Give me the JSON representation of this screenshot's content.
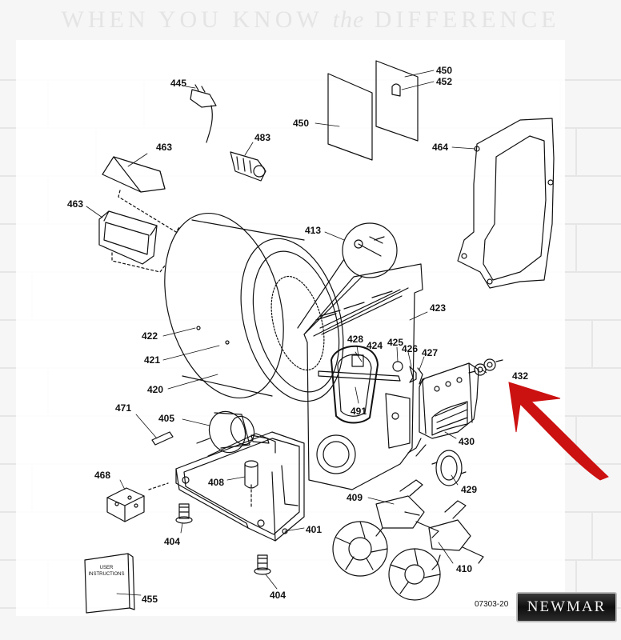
{
  "banner": {
    "part1": "WHEN YOU KNOW",
    "part2": "the",
    "part3": "DIFFERENCE"
  },
  "labels": {
    "p445": "445",
    "p450a": "450",
    "p452": "452",
    "p450b": "450",
    "p483": "483",
    "p463a": "463",
    "p464": "464",
    "p463b": "463",
    "p413": "413",
    "p423": "423",
    "p422": "422",
    "p428": "428",
    "p424": "424",
    "p425": "425",
    "p426": "426",
    "p427": "427",
    "p421": "421",
    "p432": "432",
    "p420": "420",
    "p491": "491",
    "p471": "471",
    "p405": "405",
    "p430": "430",
    "p468": "468",
    "p408": "408",
    "p429": "429",
    "p409": "409",
    "p404a": "404",
    "p401": "401",
    "p410": "410",
    "p455": "455",
    "p404b": "404"
  },
  "manual": {
    "line1": "USER",
    "line2": "INSTRUCTIONS"
  },
  "diagram_code": "07303-20",
  "logo_text": "NEWMAR",
  "colors": {
    "arrow": "#cc1111",
    "line": "#111111"
  }
}
